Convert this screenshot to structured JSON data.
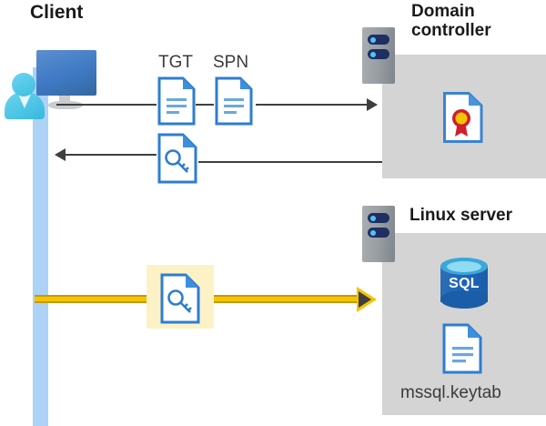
{
  "diagram": {
    "title_client": "Client",
    "title_domain_controller": "Domain controller",
    "title_linux_server": "Linux server",
    "labels": {
      "tgt": "TGT",
      "spn": "SPN",
      "keytab_file": "mssql.keytab",
      "sql_db": "SQL"
    },
    "icons": {
      "client_workstation": "client-workstation-icon",
      "server_rack_dc": "server-rack-icon",
      "server_rack_linux": "server-rack-icon",
      "tgt_document": "document-icon",
      "spn_document": "document-icon",
      "ticket_key_document": "key-document-icon",
      "service_ticket_key_document": "key-document-icon",
      "certificate": "certificate-document-icon",
      "sql_database": "sql-database-icon",
      "keytab_document": "document-icon"
    },
    "flows": [
      {
        "id": "request",
        "direction": "right",
        "from": "Client",
        "to": "Domain controller",
        "style": "gray",
        "payload": [
          "TGT",
          "SPN"
        ]
      },
      {
        "id": "response",
        "direction": "left",
        "from": "Domain controller",
        "to": "Client",
        "style": "gray",
        "payload": [
          "service-ticket"
        ]
      },
      {
        "id": "authenticate",
        "direction": "right",
        "from": "Client",
        "to": "Linux server",
        "style": "yellow-highlight",
        "payload": [
          "service-ticket"
        ]
      }
    ],
    "colors": {
      "panel_gray": "#d4d4d4",
      "lifeline_blue": "#aed2f5",
      "arrow_gray": "#3f3f42",
      "arrow_yellow": "#f5c400",
      "highlight_yellow": "#fdf2c6",
      "doc_blue": "#2e7dd1",
      "sql_blue": "#1f66b8",
      "cert_red": "#cf1f2b",
      "cert_gold": "#f5c400",
      "title_black": "#1a1a1a"
    }
  }
}
